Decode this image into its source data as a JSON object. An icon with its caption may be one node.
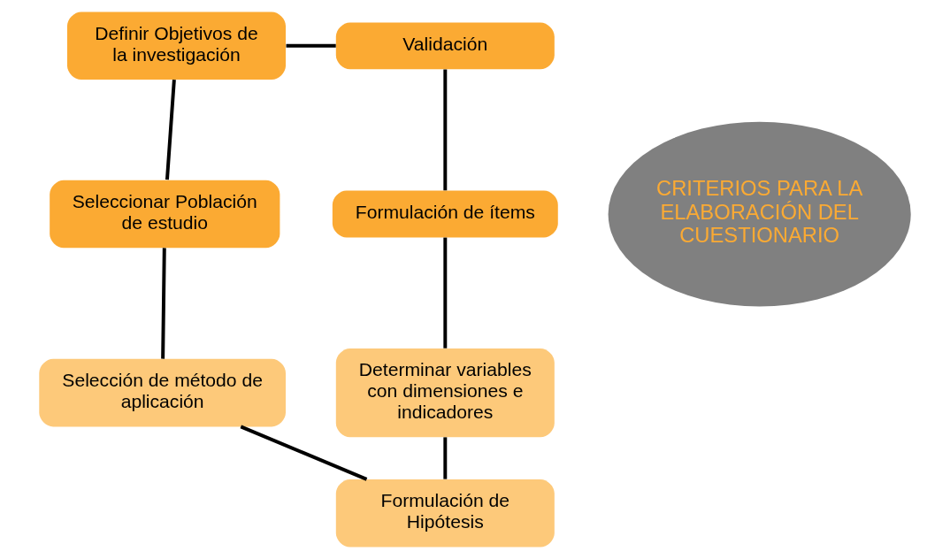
{
  "diagram": {
    "nodes": [
      {
        "text": [
          "Definir Objetivos de la investigación"
        ]
      },
      {
        "text": [
          "Validación"
        ]
      },
      {
        "text": [
          "Seleccionar Población de estudio"
        ]
      },
      {
        "text": [
          "CRITERIOS PARA LA ELABORACIÓN DEL CUESTIONARIO"
        ]
      },
      {
        "text": [
          "Formulación de ítems"
        ]
      },
      {
        "text": [
          "Determinar variables con dimensiones e indicadores"
        ]
      },
      {
        "text": [
          "Selección de método de aplicación"
        ]
      },
      {
        "text": [
          "Formulación de Hipótesis"
        ]
      }
    ],
    "edges": [
      {
        "from": 0,
        "to": 1,
        "arrow": "none"
      },
      {
        "from": 1,
        "to": 4,
        "arrow": "none"
      },
      {
        "from": 4,
        "to": 5,
        "arrow": "none"
      },
      {
        "from": 5,
        "to": 7,
        "arrow": "none"
      },
      {
        "from": 7,
        "to": 6,
        "arrow": "none"
      },
      {
        "from": 6,
        "to": 2,
        "arrow": "none"
      },
      {
        "from": 2,
        "to": 0,
        "arrow": "none"
      }
    ]
  }
}
